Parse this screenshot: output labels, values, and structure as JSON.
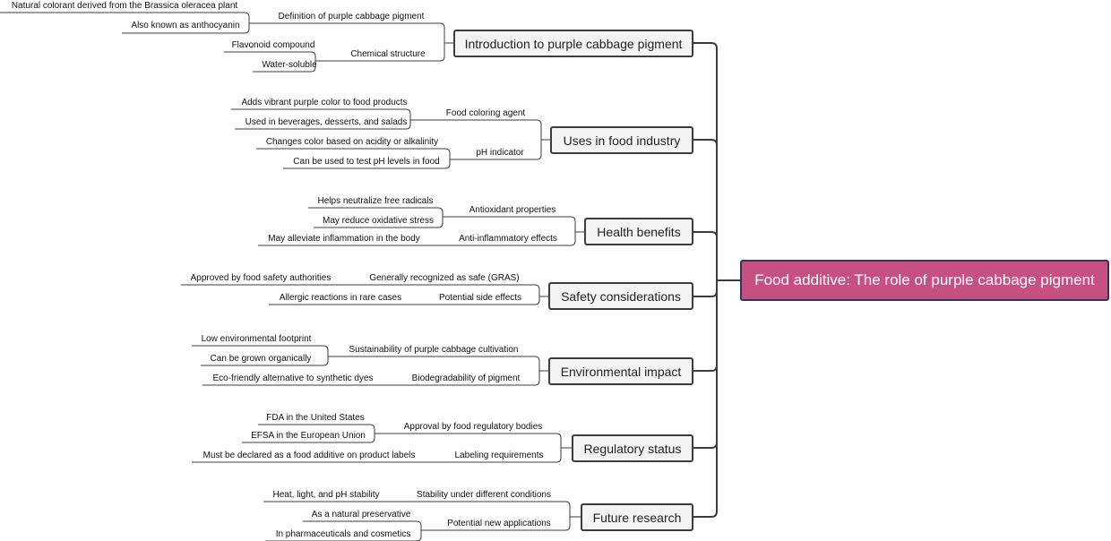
{
  "root": "Food additive: The role of purple cabbage pigment",
  "branches": [
    {
      "label": "Introduction to purple cabbage pigment",
      "subs": [
        {
          "label": "Definition of purple cabbage pigment",
          "leaves": [
            "Natural colorant derived from the Brassica oleracea plant",
            "Also known as anthocyanin"
          ]
        },
        {
          "label": "Chemical structure",
          "leaves": [
            "Flavonoid compound",
            "Water-soluble"
          ]
        }
      ]
    },
    {
      "label": "Uses in food industry",
      "subs": [
        {
          "label": "Food coloring agent",
          "leaves": [
            "Adds vibrant purple color to food products",
            "Used in beverages, desserts, and salads"
          ]
        },
        {
          "label": "pH indicator",
          "leaves": [
            "Changes color based on acidity or alkalinity",
            "Can be used to test pH levels in food"
          ]
        }
      ]
    },
    {
      "label": "Health benefits",
      "subs": [
        {
          "label": "Antioxidant properties",
          "leaves": [
            "Helps neutralize free radicals",
            "May reduce oxidative stress"
          ]
        },
        {
          "label": "Anti-inflammatory effects",
          "leaves": [
            "May alleviate inflammation in the body"
          ]
        }
      ]
    },
    {
      "label": "Safety considerations",
      "subs": [
        {
          "label": "Generally recognized as safe (GRAS)",
          "leaves": [
            "Approved by food safety authorities"
          ]
        },
        {
          "label": "Potential side effects",
          "leaves": [
            "Allergic reactions in rare cases"
          ]
        }
      ]
    },
    {
      "label": "Environmental impact",
      "subs": [
        {
          "label": "Sustainability of purple cabbage cultivation",
          "leaves": [
            "Low environmental footprint",
            "Can be grown organically"
          ]
        },
        {
          "label": "Biodegradability of pigment",
          "leaves": [
            "Eco-friendly alternative to synthetic dyes"
          ]
        }
      ]
    },
    {
      "label": "Regulatory status",
      "subs": [
        {
          "label": "Approval by food regulatory bodies",
          "leaves": [
            "FDA in the United States",
            "EFSA in the European Union"
          ]
        },
        {
          "label": "Labeling requirements",
          "leaves": [
            "Must be declared as a food additive on product labels"
          ]
        }
      ]
    },
    {
      "label": "Future research",
      "subs": [
        {
          "label": "Stability under different conditions",
          "leaves": [
            "Heat, light, and pH stability"
          ]
        },
        {
          "label": "Potential new applications",
          "leaves": [
            "As a natural preservative",
            "In pharmaceuticals and cosmetics"
          ]
        }
      ]
    }
  ]
}
